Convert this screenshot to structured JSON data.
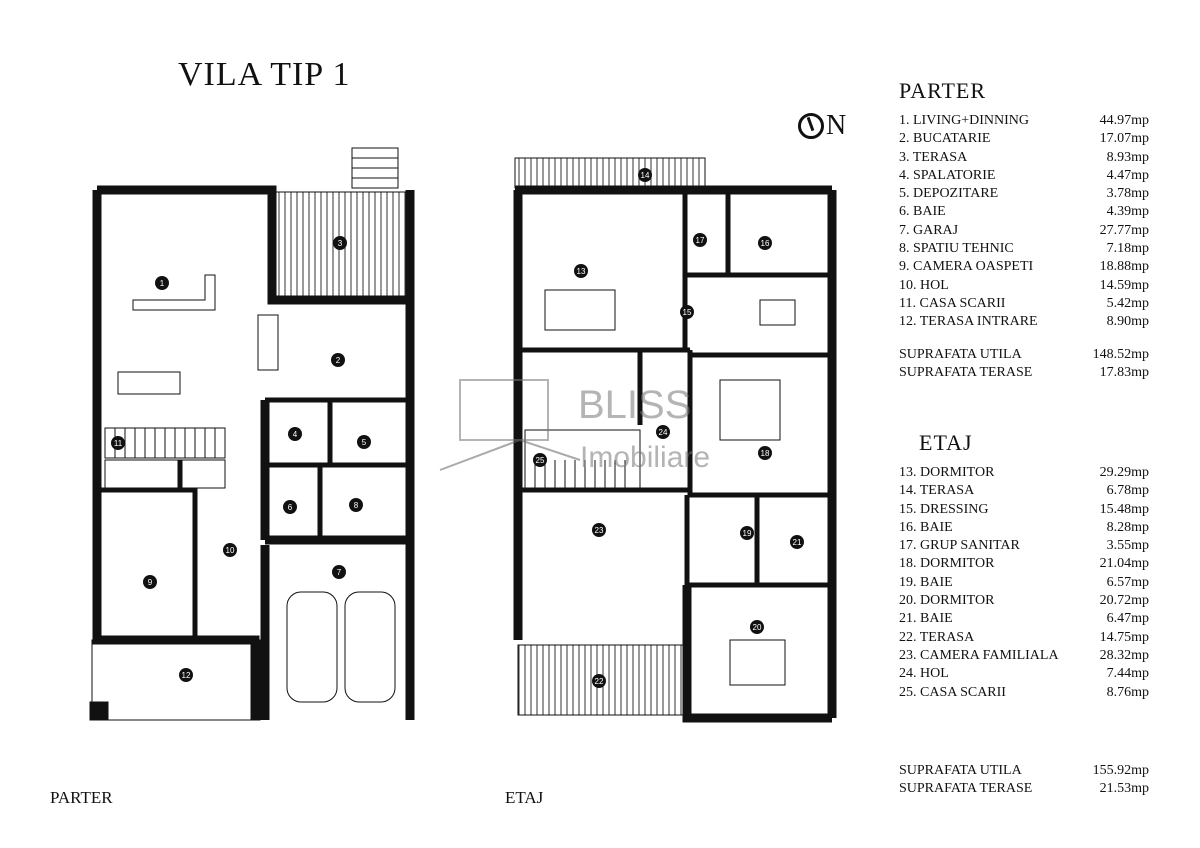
{
  "title": "VILA TIP 1",
  "north_label": "N",
  "watermark": {
    "brand": "BLISS",
    "sub": "Imobiliare"
  },
  "plan_labels": {
    "parter": "PARTER",
    "etaj": "ETAJ"
  },
  "parter": {
    "heading": "PARTER",
    "rooms": [
      {
        "num": "1",
        "name": "LIVING+DINNING",
        "area": "44.97mp"
      },
      {
        "num": "2",
        "name": "BUCATARIE",
        "area": "17.07mp"
      },
      {
        "num": "3",
        "name": "TERASA",
        "area": "8.93mp"
      },
      {
        "num": "4",
        "name": "SPALATORIE",
        "area": "4.47mp"
      },
      {
        "num": "5",
        "name": "DEPOZITARE",
        "area": "3.78mp"
      },
      {
        "num": "6",
        "name": "BAIE",
        "area": "4.39mp"
      },
      {
        "num": "7",
        "name": "GARAJ",
        "area": "27.77mp"
      },
      {
        "num": "8",
        "name": "SPATIU TEHNIC",
        "area": "7.18mp"
      },
      {
        "num": "9",
        "name": "CAMERA OASPETI",
        "area": "18.88mp"
      },
      {
        "num": "10",
        "name": "HOL",
        "area": "14.59mp"
      },
      {
        "num": "11",
        "name": "CASA SCARII",
        "area": "5.42mp"
      },
      {
        "num": "12",
        "name": "TERASA INTRARE",
        "area": "8.90mp"
      }
    ],
    "totals": [
      {
        "name": "SUPRAFATA UTILA",
        "area": "148.52mp"
      },
      {
        "name": "SUPRAFATA TERASE",
        "area": "17.83mp"
      }
    ]
  },
  "etaj": {
    "heading": "ETAJ",
    "rooms": [
      {
        "num": "13",
        "name": "DORMITOR",
        "area": "29.29mp"
      },
      {
        "num": "14",
        "name": "TERASA",
        "area": "6.78mp"
      },
      {
        "num": "15",
        "name": "DRESSING",
        "area": "15.48mp"
      },
      {
        "num": "16",
        "name": "BAIE",
        "area": "8.28mp"
      },
      {
        "num": "17",
        "name": "GRUP SANITAR",
        "area": "3.55mp"
      },
      {
        "num": "18",
        "name": "DORMITOR",
        "area": "21.04mp"
      },
      {
        "num": "19",
        "name": "BAIE",
        "area": "6.57mp"
      },
      {
        "num": "20",
        "name": "DORMITOR",
        "area": "20.72mp"
      },
      {
        "num": "21",
        "name": "BAIE",
        "area": "6.47mp"
      },
      {
        "num": "22",
        "name": "TERASA",
        "area": "14.75mp"
      },
      {
        "num": "23",
        "name": "CAMERA FAMILIALA",
        "area": "28.32mp"
      },
      {
        "num": "24",
        "name": "HOL",
        "area": "7.44mp"
      },
      {
        "num": "25",
        "name": "CASA SCARII",
        "area": "8.76mp"
      }
    ],
    "totals": [
      {
        "name": "SUPRAFATA UTILA",
        "area": "155.92mp"
      },
      {
        "name": "SUPRAFATA TERASE",
        "area": "21.53mp"
      }
    ]
  }
}
